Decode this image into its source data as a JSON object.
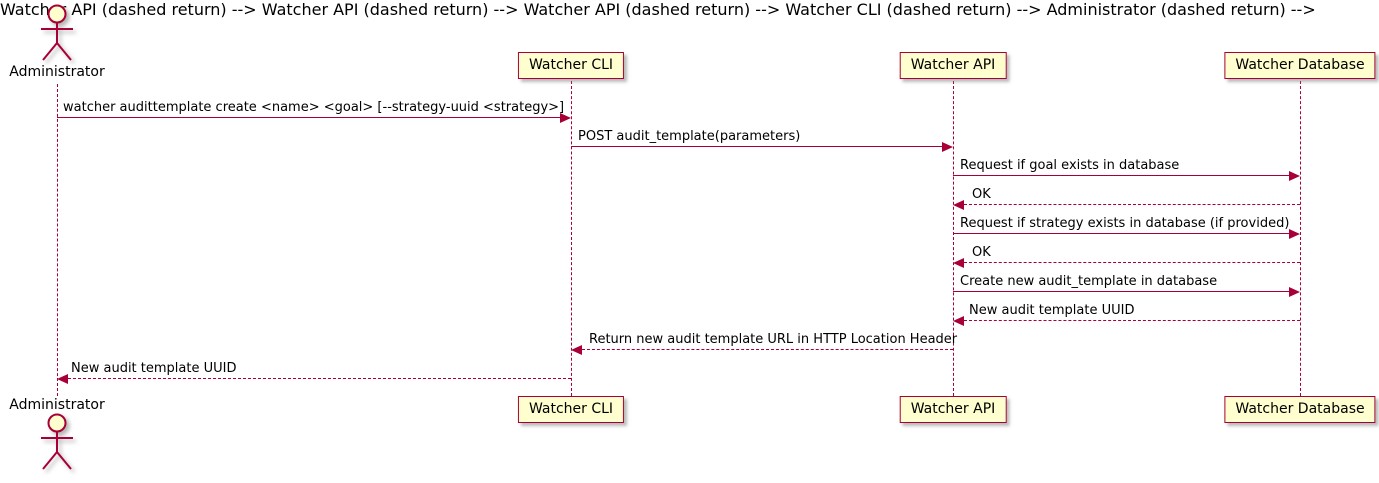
{
  "diagram": {
    "type": "uml-sequence-diagram",
    "background": "#FFFFFF",
    "colors": {
      "participant_fill": "#FEFECE",
      "participant_border": "#A80036",
      "arrow": "#A80036",
      "lifeline": "#A80036",
      "text": "#000000"
    },
    "actor": {
      "name": "Administrator",
      "kind": "stick-figure-actor"
    },
    "participants": [
      {
        "label": "Watcher CLI"
      },
      {
        "label": "Watcher API"
      },
      {
        "label": "Watcher Database"
      }
    ],
    "messages": [
      {
        "from": "Administrator",
        "to": "Watcher CLI",
        "style": "solid",
        "text": "watcher audittemplate create <name> <goal> [--strategy-uuid <strategy>]"
      },
      {
        "from": "Watcher CLI",
        "to": "Watcher API",
        "style": "solid",
        "text": "POST audit_template(parameters)"
      },
      {
        "from": "Watcher API",
        "to": "Watcher Database",
        "style": "solid",
        "text": "Request if goal exists in database"
      },
      {
        "from": "Watcher Database",
        "to": "Watcher API",
        "style": "dashed",
        "text": "OK"
      },
      {
        "from": "Watcher API",
        "to": "Watcher Database",
        "style": "solid",
        "text": "Request if strategy exists in database (if provided)"
      },
      {
        "from": "Watcher Database",
        "to": "Watcher API",
        "style": "dashed",
        "text": "OK"
      },
      {
        "from": "Watcher API",
        "to": "Watcher Database",
        "style": "solid",
        "text": "Create new audit_template in database"
      },
      {
        "from": "Watcher Database",
        "to": "Watcher API",
        "style": "dashed",
        "text": "New audit template UUID"
      },
      {
        "from": "Watcher API",
        "to": "Watcher CLI",
        "style": "dashed",
        "text": "Return new audit template URL in HTTP Location Header"
      },
      {
        "from": "Watcher CLI",
        "to": "Administrator",
        "style": "dashed",
        "text": "New audit template UUID"
      }
    ]
  }
}
